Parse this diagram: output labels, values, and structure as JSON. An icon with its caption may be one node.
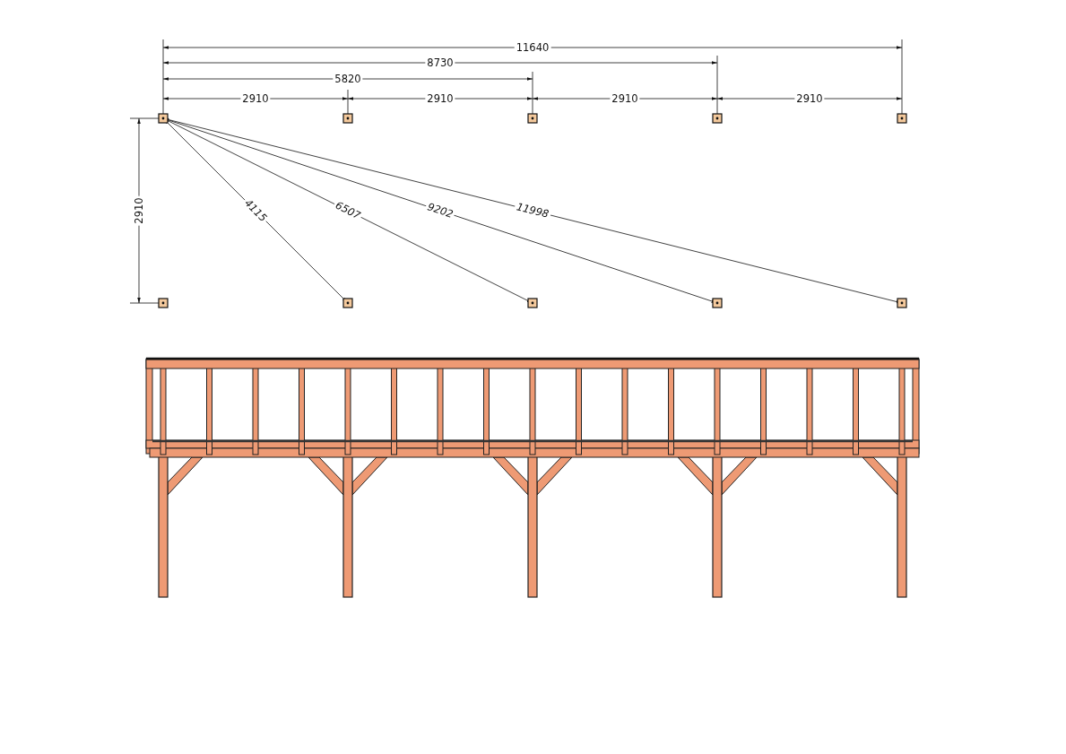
{
  "diagram": {
    "labels": [
      "11640",
      "8730",
      "5820",
      "2910",
      "2910",
      "2910",
      "2910",
      "2910",
      "4115",
      "6507",
      "9202",
      "11998"
    ]
  }
}
